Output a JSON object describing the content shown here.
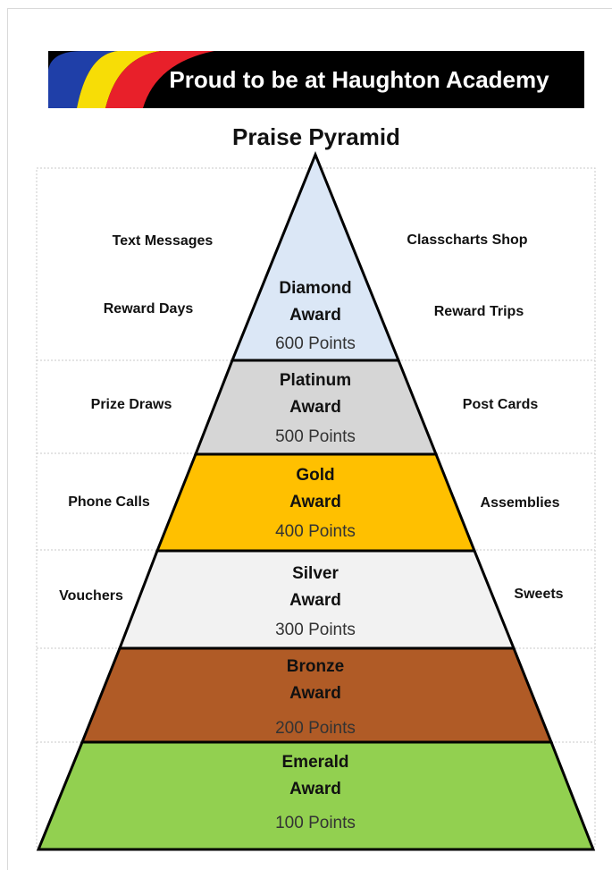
{
  "banner": {
    "title": "Proud to be at Haughton Academy",
    "stripe_colors": [
      "#1f3fa8",
      "#f7dd06",
      "#e8202a"
    ],
    "background": "#000000"
  },
  "heading": "Praise Pyramid",
  "tiers": [
    {
      "name": "Diamond",
      "award": "Award",
      "points": "600 Points",
      "color": "#dbe7f6",
      "left_label": "Text Messages",
      "left_label_2": "Reward Days",
      "right_label": "Classcharts Shop",
      "right_label_2": "Reward Trips"
    },
    {
      "name": "Platinum",
      "award": "Award",
      "points": "500 Points",
      "color": "#d6d6d6",
      "left_label": "Prize Draws",
      "right_label": "Post Cards"
    },
    {
      "name": "Gold",
      "award": "Award",
      "points": "400 Points",
      "color": "#ffc000",
      "left_label": "Phone Calls",
      "right_label": "Assemblies"
    },
    {
      "name": "Silver",
      "award": "Award",
      "points": "300 Points",
      "color": "#f2f2f2",
      "left_label": "Vouchers",
      "right_label": "Sweets"
    },
    {
      "name": "Bronze",
      "award": "Award",
      "points": "200 Points",
      "color": "#b05b26",
      "left_label": "",
      "right_label": ""
    },
    {
      "name": "Emerald",
      "award": "Award",
      "points": "100 Points",
      "color": "#92d050",
      "left_label": "",
      "right_label": ""
    }
  ]
}
